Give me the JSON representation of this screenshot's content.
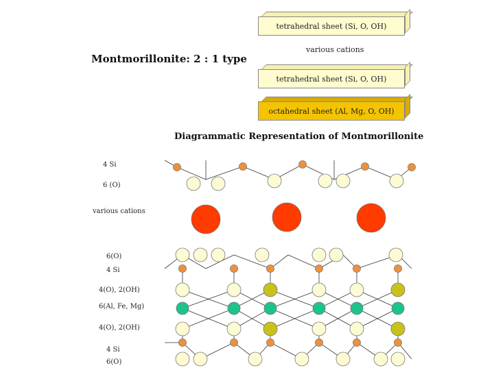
{
  "title": "Montmorillonite: 2 : 1 type",
  "diagram_title": "Diagrammatic Representation of Montmorillonite",
  "sheets": {
    "top_tetrahedral": "tetrahedral sheet (Si, O, OH)",
    "cations": "various cations",
    "mid_tetrahedral": "tetrahedral sheet (Si, O, OH)",
    "octahedral": "octahedral sheet (Al, Mg, O, OH)"
  },
  "row_labels": {
    "si_top": "4 Si",
    "o_top": "6 (O)",
    "cations": "various cations",
    "o_mid": "6(O)",
    "si_mid": "4 Si",
    "o_oh_upper": "4(O), 2(OH)",
    "octa_cations": "6(Al, Fe, Mg)",
    "o_oh_lower": "4(O), 2(OH)",
    "si_bottom": "4 Si",
    "o_bottom": "6(O)"
  },
  "colors": {
    "silicon": "#f0913a",
    "oxygen": "#fdfbd3",
    "cation": "#ff3b00",
    "octahedral_metal": "#1cc38a",
    "hydroxyl": "#c8c21a",
    "sheet_light": "#fffccf",
    "sheet_gold": "#f4c400"
  }
}
